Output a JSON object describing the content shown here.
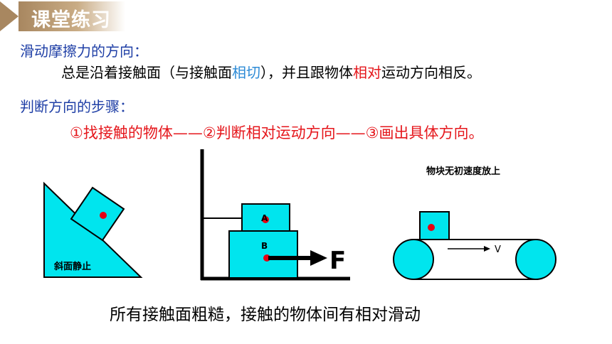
{
  "header": {
    "title": "课堂练习"
  },
  "sliding_friction": {
    "heading": "滑动摩擦力的方向：",
    "statement_part1": "总是沿着接触面（与接触面",
    "statement_hl1": "相切",
    "statement_part2": "），并且跟物体",
    "statement_hl2": "相对",
    "statement_part3": "运动方向相反。"
  },
  "steps": {
    "heading": "判断方向的步骤：",
    "text": "①找接触的物体——②判断相对运动方向——③画出具体方向。"
  },
  "diagrams": {
    "incline": {
      "label": "斜面静止"
    },
    "stacked": {
      "label_a": "A",
      "label_b": "B",
      "force_label": "F"
    },
    "conveyor": {
      "note": "物块无初速度放上",
      "velocity_label": "V"
    }
  },
  "caption": "所有接触面粗糙，接触的物体间有相对滑动",
  "colors": {
    "shape_fill": "#00e5ee",
    "point": "#e60012",
    "heading_blue": "#1f3fa6",
    "highlight_blue": "#2e8bd6",
    "highlight_red": "#e5161b",
    "header_tan": "#a88760"
  }
}
